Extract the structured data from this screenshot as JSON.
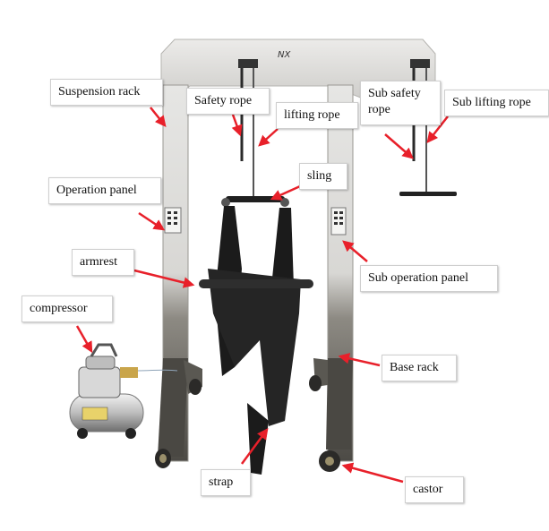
{
  "brand_text": "NX",
  "arrow_color": "#e8202a",
  "labels": {
    "suspension_rack": "Suspension rack",
    "safety_rope": "Safety rope",
    "lifting_rope": "lifting rope",
    "sub_safety_rope": "Sub safety rope",
    "sub_lifting_rope": "Sub lifting rope",
    "sling": "sling",
    "operation_panel": "Operation panel",
    "armrest": "armrest",
    "sub_operation_panel": "Sub operation panel",
    "compressor": "compressor",
    "base_rack": "Base rack",
    "strap": "strap",
    "castor": "castor"
  }
}
